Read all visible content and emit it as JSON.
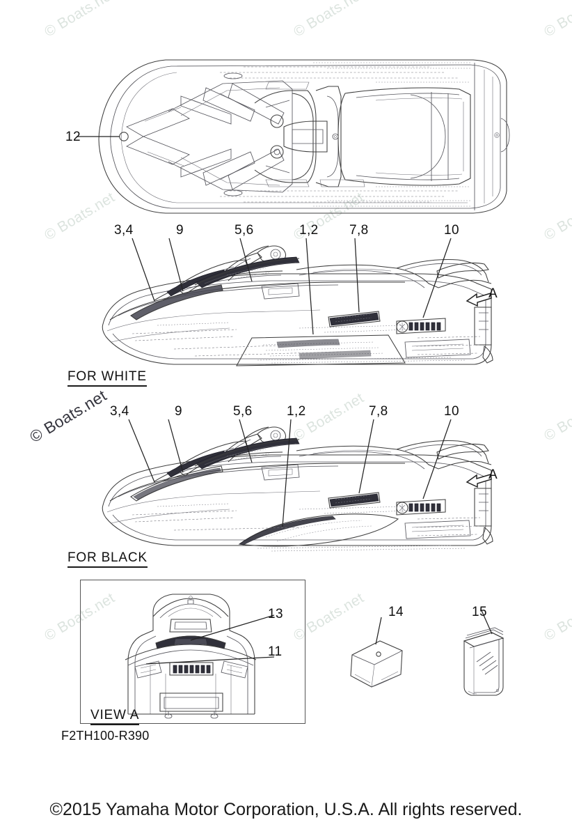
{
  "document": {
    "part_number": "F2TH100-R390",
    "copyright": "©2015 Yamaha Motor Corporation, U.S.A. All rights reserved.",
    "watermark_text": "© Boats.net"
  },
  "views": {
    "top_view": {
      "callouts": [
        {
          "id": "12",
          "label": "12"
        }
      ]
    },
    "for_white": {
      "title": "FOR WHITE",
      "arrow_letter": "A",
      "callouts": [
        {
          "id": "3,4",
          "label": "3,4"
        },
        {
          "id": "9",
          "label": "9"
        },
        {
          "id": "5,6",
          "label": "5,6"
        },
        {
          "id": "1,2",
          "label": "1,2"
        },
        {
          "id": "7,8",
          "label": "7,8"
        },
        {
          "id": "10",
          "label": "10"
        }
      ]
    },
    "for_black": {
      "title": "FOR BLACK",
      "arrow_letter": "A",
      "callouts": [
        {
          "id": "3,4",
          "label": "3,4"
        },
        {
          "id": "9",
          "label": "9"
        },
        {
          "id": "5,6",
          "label": "5,6"
        },
        {
          "id": "1,2",
          "label": "1,2"
        },
        {
          "id": "7,8",
          "label": "7,8"
        },
        {
          "id": "10",
          "label": "10"
        }
      ]
    },
    "view_a": {
      "title": "VIEW A",
      "callouts": [
        {
          "id": "13",
          "label": "13"
        },
        {
          "id": "11",
          "label": "11"
        }
      ]
    },
    "loose_parts": {
      "callouts": [
        {
          "id": "14",
          "label": "14"
        },
        {
          "id": "15",
          "label": "15"
        }
      ]
    }
  },
  "colors": {
    "background": "#ffffff",
    "line": "#3c3c3c",
    "text": "#111111",
    "watermark": "#c8d4cc",
    "decal_dark": "#30303a"
  }
}
